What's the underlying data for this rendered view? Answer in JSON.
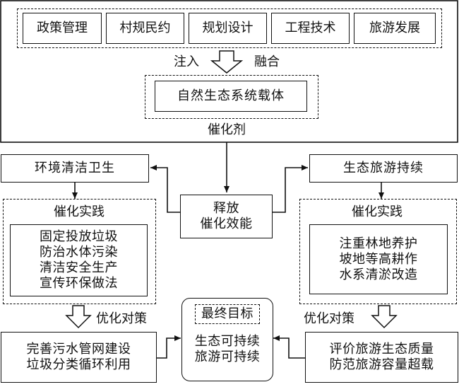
{
  "top_panel": {
    "fields": [
      "政策管理",
      "村规民约",
      "规划设计",
      "工程技术",
      "旅游发展"
    ],
    "inject_label": "注入",
    "fusion_label": "融合",
    "carrier": "自然生态系统载体",
    "catalyst": "催化剂"
  },
  "center": {
    "release_line1": "释放",
    "release_line2": "催化效能"
  },
  "left": {
    "title": "环境清洁卫生",
    "practice_title": "催化实践",
    "practices": [
      "固定投放垃圾",
      "防治水体污染",
      "清洁安全生产",
      "宣传环保做法"
    ],
    "optimize_label": "优化对策",
    "measures": [
      "完善污水管网建设",
      "垃圾分类循环利用"
    ]
  },
  "right": {
    "title": "生态旅游持续",
    "practice_title": "催化实践",
    "practices": [
      "注重林地养护",
      "坡地等高耕作",
      "水系清淤改造"
    ],
    "optimize_label": "优化对策",
    "measures": [
      "评价旅游生态质量",
      "防范旅游容量超载"
    ]
  },
  "goal": {
    "title": "最终目标",
    "items": [
      "生态可持续",
      "旅游可持续"
    ]
  }
}
